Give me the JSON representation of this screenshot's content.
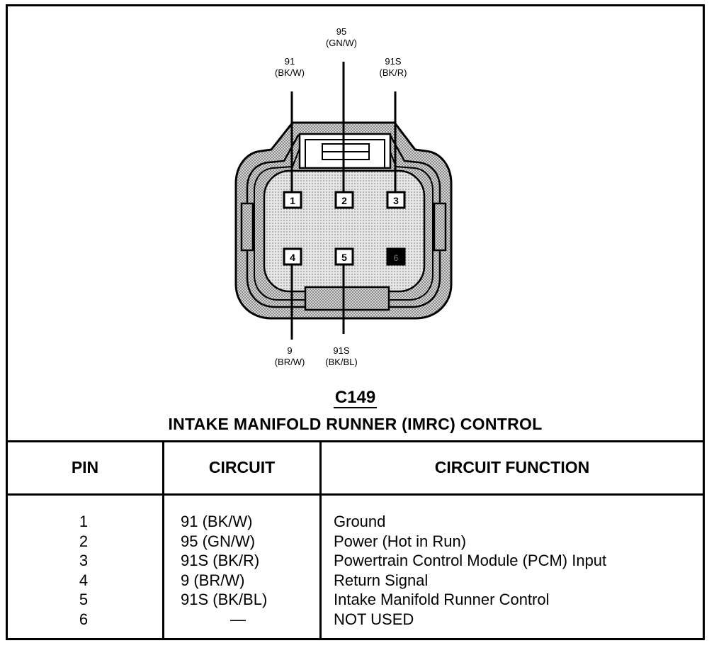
{
  "connector": {
    "id": "C149",
    "title": "INTAKE MANIFOLD RUNNER (IMRC) CONTROL",
    "cavities": [
      "1",
      "2",
      "3",
      "4",
      "5",
      "6"
    ],
    "wires_top": [
      {
        "circuit": "91",
        "color": "(BK/W)"
      },
      {
        "circuit": "95",
        "color": "(GN/W)"
      },
      {
        "circuit": "91S",
        "color": "(BK/R)"
      }
    ],
    "wires_bottom": [
      {
        "circuit": "9",
        "color": "(BR/W)"
      },
      {
        "circuit": "91S",
        "color": "(BK/BL)"
      }
    ]
  },
  "table": {
    "headers": {
      "pin": "PIN",
      "circuit": "CIRCUIT",
      "function": "CIRCUIT FUNCTION"
    },
    "rows": [
      {
        "pin": "1",
        "circuit": "91 (BK/W)",
        "function": "Ground"
      },
      {
        "pin": "2",
        "circuit": "95 (GN/W)",
        "function": "Power (Hot in Run)"
      },
      {
        "pin": "3",
        "circuit": "91S (BK/R)",
        "function": "Powertrain Control Module (PCM) Input"
      },
      {
        "pin": "4",
        "circuit": "9 (BR/W)",
        "function": "Return Signal"
      },
      {
        "pin": "5",
        "circuit": "91S (BK/BL)",
        "function": "Intake Manifold Runner Control"
      },
      {
        "pin": "6",
        "circuit": "—",
        "function": "NOT USED"
      }
    ]
  }
}
